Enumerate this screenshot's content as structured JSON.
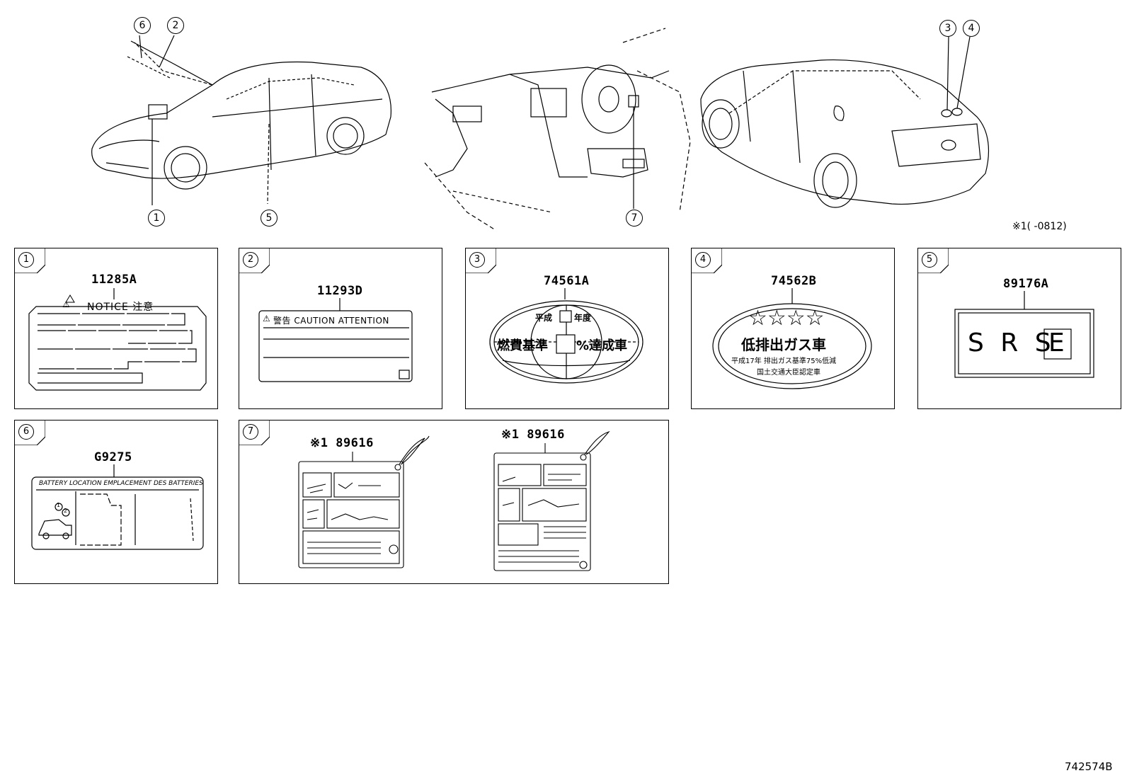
{
  "callouts": {
    "c1": "1",
    "c2": "2",
    "c3": "3",
    "c4": "4",
    "c5": "5",
    "c6": "6",
    "c7": "7"
  },
  "note_ref": "※1(      -0812)",
  "diagram_id": "742574B",
  "panels": {
    "p1": {
      "num": "1",
      "part_no": "11285A",
      "label_text": "NOTICE  注意"
    },
    "p2": {
      "num": "2",
      "part_no": "11293D",
      "label_text": "警告 CAUTION  ATTENTION"
    },
    "p3": {
      "num": "3",
      "part_no": "74561A",
      "line1_a": "平成",
      "line1_b": "年度",
      "line2_a": "燃費基準",
      "line2_b": "%達成車"
    },
    "p4": {
      "num": "4",
      "part_no": "74562B",
      "stars": "☆☆☆☆",
      "main_text": "低排出ガス車",
      "sub1": "平成17年 排出ガス基準75%低減",
      "sub2": "国土交通大臣認定車"
    },
    "p5": {
      "num": "5",
      "part_no": "89176A",
      "srs_text": "S R S",
      "e_text": "E"
    },
    "p6": {
      "num": "6",
      "part_no": "G9275",
      "label_text": "BATTERY LOCATION   EMPLACEMENT DES BATTERIES",
      "mini1": "1",
      "mini2": "2"
    },
    "p7": {
      "num": "7",
      "part_no_a": "※1 89616",
      "part_no_b": "※1 89616"
    }
  },
  "icons": {
    "warning": "warning-triangle-icon"
  }
}
